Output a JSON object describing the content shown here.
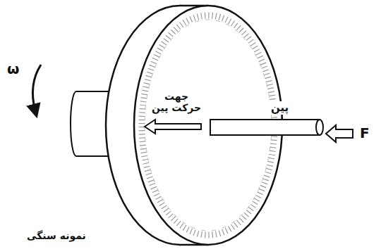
{
  "diagram": {
    "labels": [
      "ω",
      "جهت حرکت پین",
      "پین",
      "F",
      "نمونه سنگی"
    ]
  }
}
